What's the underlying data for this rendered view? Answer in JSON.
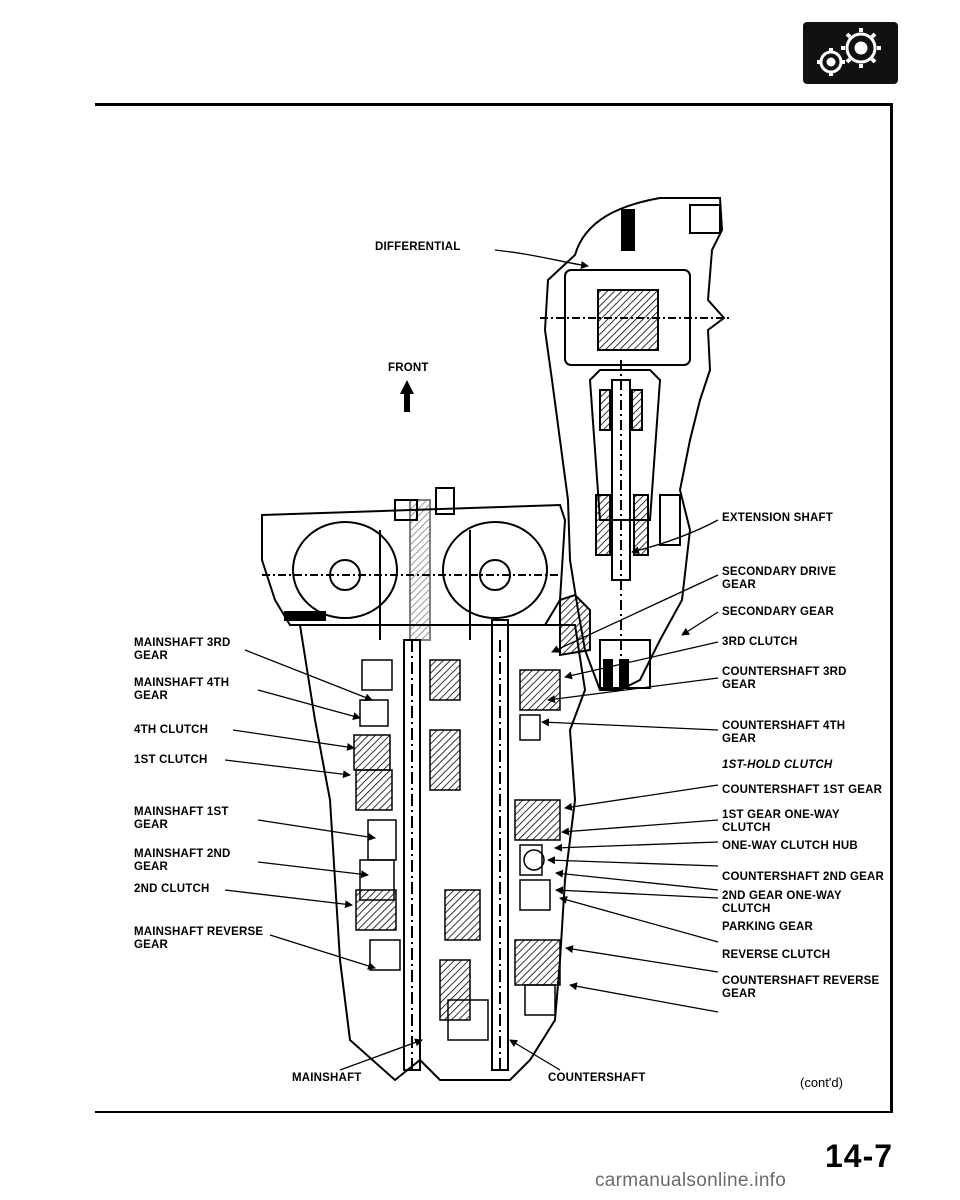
{
  "header": {
    "section_icon": "gear-cluster-icon"
  },
  "labels": {
    "differential": "DIFFERENTIAL",
    "front": "FRONT",
    "extension_shaft": "EXTENSION SHAFT",
    "secondary_drive_gear": "SECONDARY DRIVE\nGEAR",
    "secondary_gear": "SECONDARY GEAR",
    "third_clutch": "3RD CLUTCH",
    "countershaft_3rd_gear": "COUNTERSHAFT 3RD\nGEAR",
    "countershaft_4th_gear": "COUNTERSHAFT 4TH\nGEAR",
    "first_hold_clutch": "1ST-HOLD CLUTCH",
    "countershaft_1st_gear": "COUNTERSHAFT 1ST GEAR",
    "first_gear_one_way_clutch": "1ST GEAR ONE-WAY\nCLUTCH",
    "one_way_clutch_hub": "ONE-WAY CLUTCH HUB",
    "countershaft_2nd_gear": "COUNTERSHAFT 2ND GEAR",
    "second_gear_one_way_clutch": "2ND GEAR ONE-WAY\nCLUTCH",
    "parking_gear": "PARKING GEAR",
    "reverse_clutch": "REVERSE CLUTCH",
    "countershaft_reverse_gear": "COUNTERSHAFT REVERSE\nGEAR",
    "mainshaft_3rd_gear": "MAINSHAFT 3RD\nGEAR",
    "mainshaft_4th_gear": "MAINSHAFT 4TH\nGEAR",
    "fourth_clutch": "4TH CLUTCH",
    "first_clutch": "1ST CLUTCH",
    "mainshaft_1st_gear": "MAINSHAFT 1ST\nGEAR",
    "mainshaft_2nd_gear": "MAINSHAFT 2ND\nGEAR",
    "second_clutch": "2ND CLUTCH",
    "mainshaft_reverse_gear": "MAINSHAFT REVERSE\nGEAR",
    "mainshaft": "MAINSHAFT",
    "countershaft": "COUNTERSHAFT"
  },
  "footer": {
    "contd": "(cont'd)",
    "page_number": "14-7",
    "watermark": "carmanualsonline.info"
  }
}
